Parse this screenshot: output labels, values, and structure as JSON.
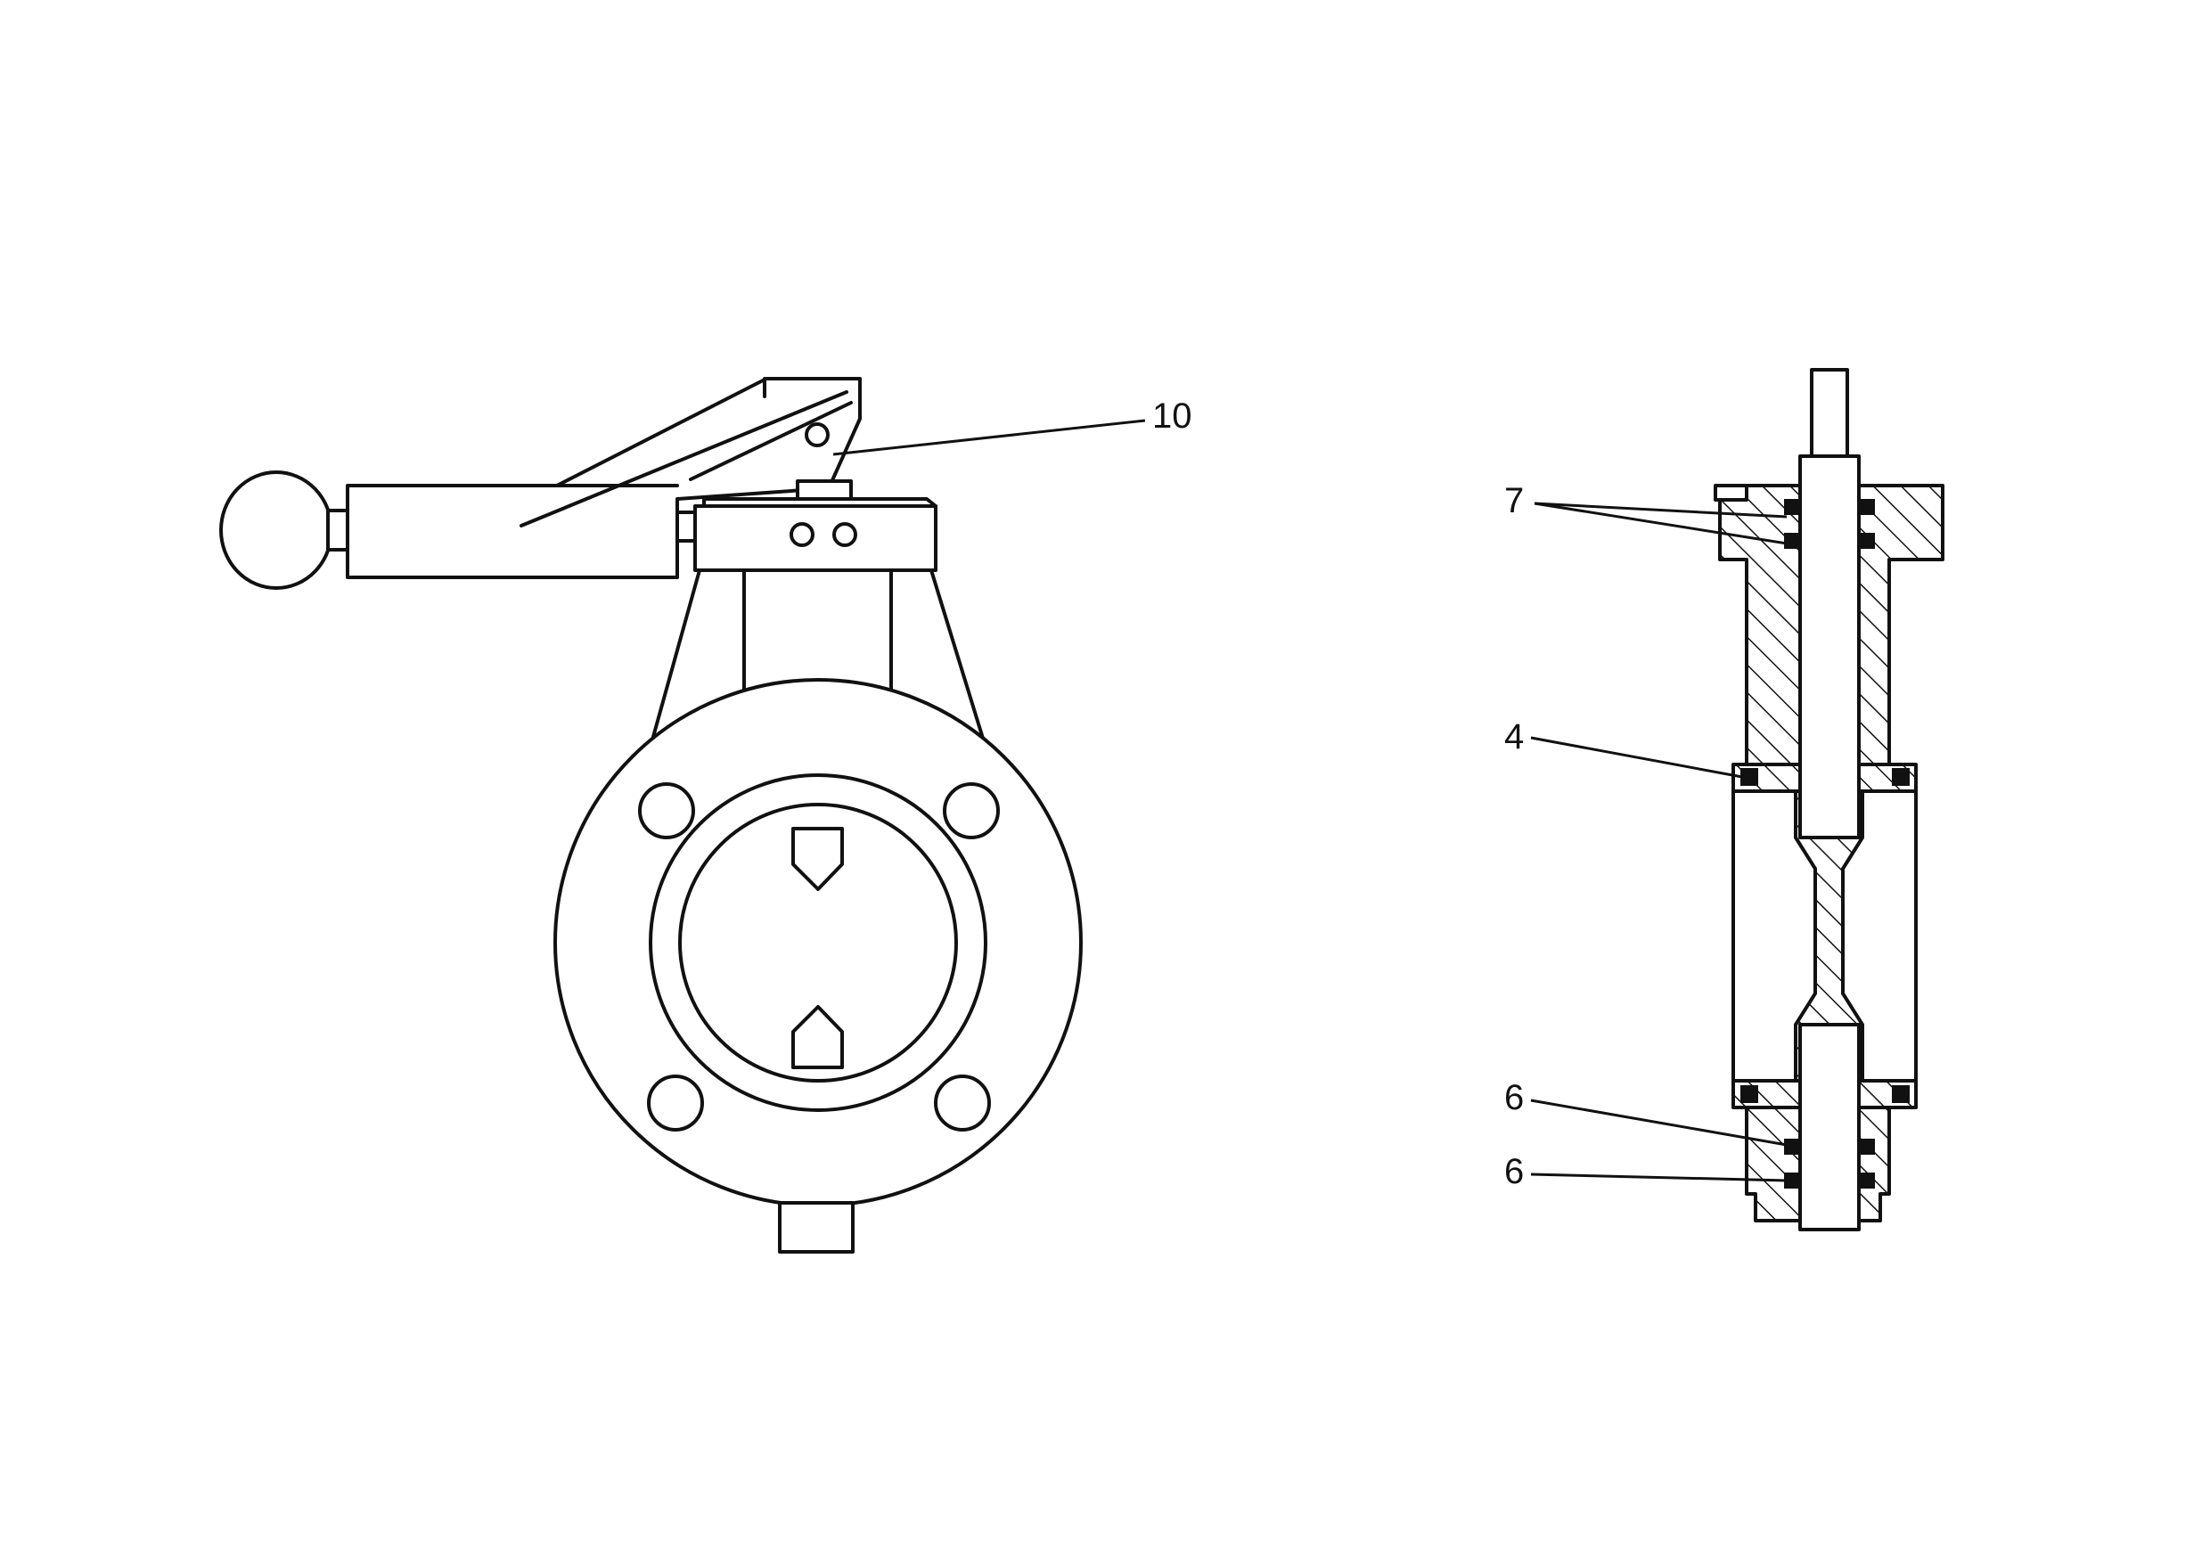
{
  "callouts": {
    "handle_part": "10",
    "stem_seals": "7",
    "disc_seal": "4",
    "lower_seal_a": "6",
    "lower_seal_b": "6"
  }
}
